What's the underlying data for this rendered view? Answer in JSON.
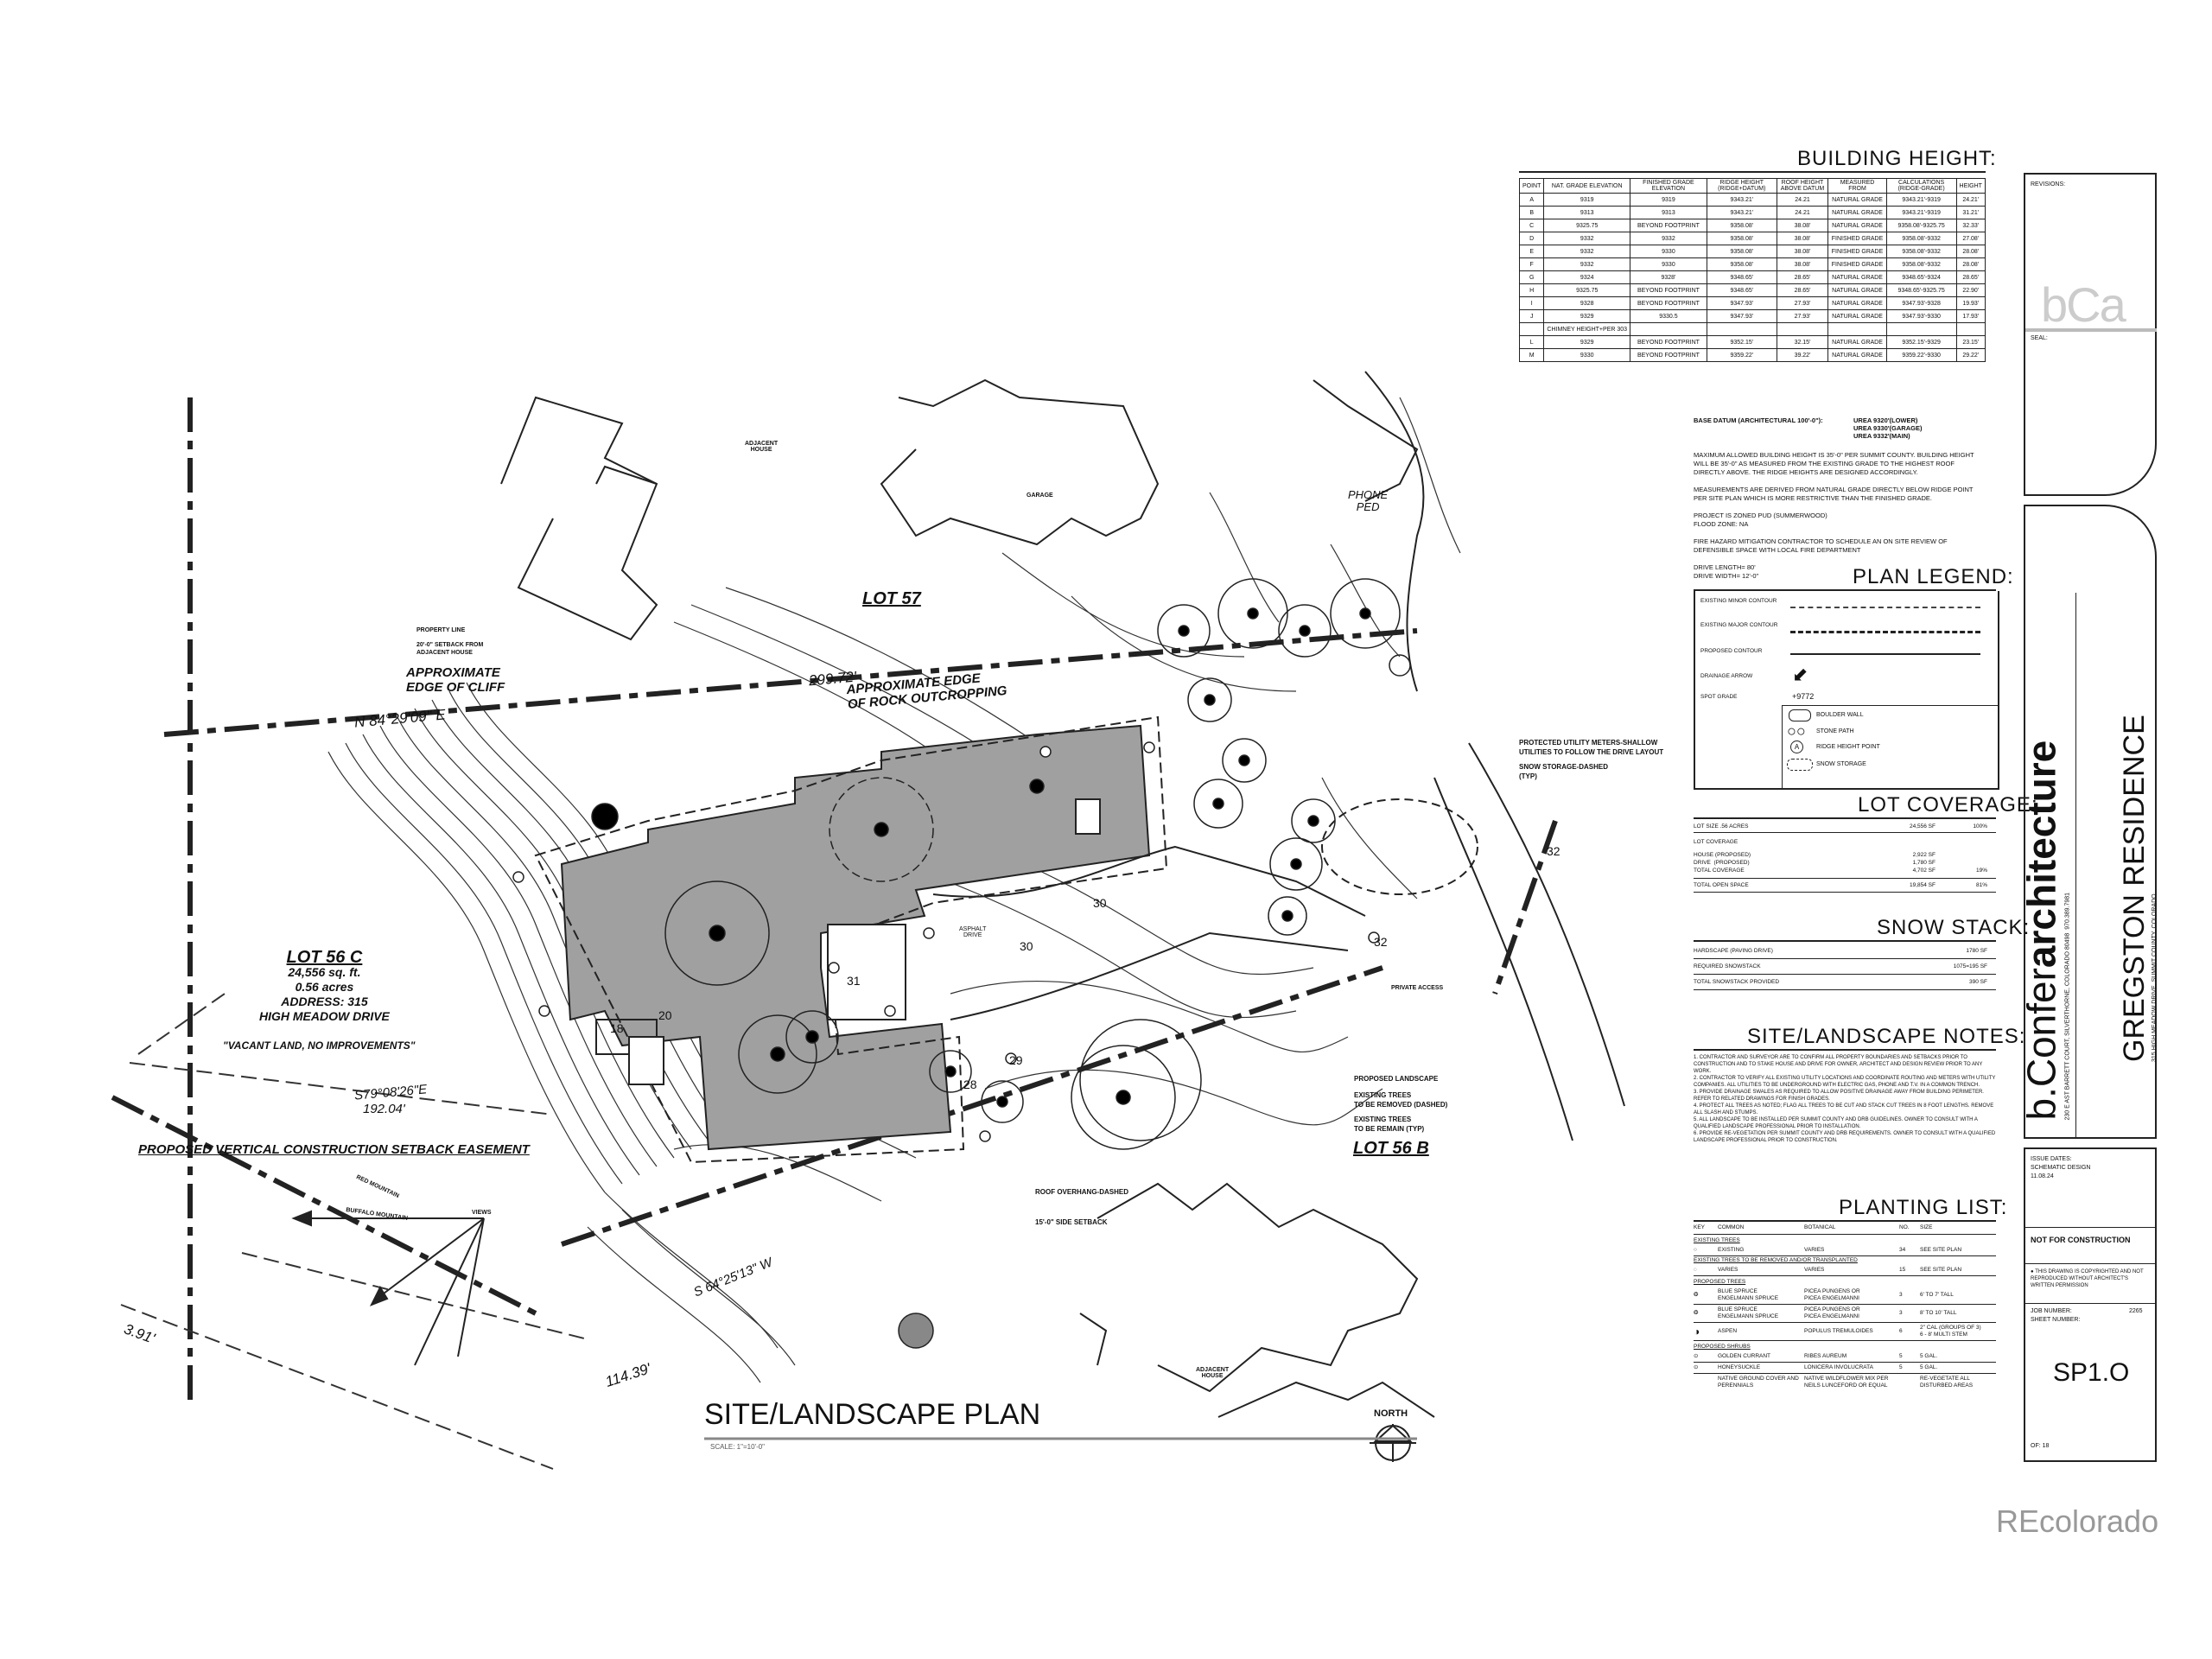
{
  "plan": {
    "title": "SITE/LANDSCAPE PLAN",
    "scale": "SCALE: 1\"=10'-0\"",
    "north": "NORTH",
    "labels": {
      "lot57": "LOT 57",
      "lot56b": "LOT 56  B",
      "lot56c_name": "LOT 56 C",
      "lot56c_area": "24,556 sq. ft.",
      "lot56c_acres": "0.56 acres",
      "lot56c_address": "ADDRESS: 315",
      "lot56c_street": "HIGH MEADOW DRIVE",
      "vacant": "\"VACANT LAND, NO IMPROVEMENTS\"",
      "setback_easement": "PROPOSED VERTICAL CONSTRUCTION SETBACK EASEMENT",
      "bearing_north": "N 84°29'09\" E",
      "dist_north": "299.72'",
      "bearing_south1": "S79°08'26\"E",
      "dist_south1": "192.04'",
      "bearing_south2": "S 64°25'13\" W",
      "dist_south2": "114.39'",
      "dist_left": "3.91'",
      "edge_cliff": "APPROXIMATE\nEDGE OF CLIFF",
      "edge_rock": "APPROXIMATE EDGE\nOF ROCK OUTCROPPING",
      "property_line": "PROPERTY LINE",
      "setback_adj": "20'-0\" SETBACK FROM\nADJACENT HOUSE",
      "adjacent_house": "ADJACENT\nHOUSE",
      "garage": "GARAGE",
      "phone_ped": "PHONE\nPED",
      "utility_note": "PROTECTED UTILITY METERS-SHALLOW\nUTILITIES TO FOLLOW THE DRIVE LAYOUT",
      "snow_storage": "SNOW STORAGE-DASHED\n(TYP)",
      "proposed_landscape": "PROPOSED LANDSCAPE",
      "trees_removed": "EXISTING TREES\nTO BE REMOVED (DASHED)",
      "trees_remain": "EXISTING TREES\nTO BE REMAIN (TYP)",
      "roof_overhang": "ROOF OVERHANG-DASHED",
      "side_setback": "15'-0\" SIDE SETBACK",
      "asphalt_drive": "ASPHALT\nDRIVE",
      "views": "VIEWS",
      "red_mountain": "RED MOUNTAIN",
      "buffalo_mountain": "BUFFALO MOUNTAIN",
      "private_access": "PRIVATE ACCESS",
      "spot_30": "30",
      "spot_31": "31",
      "spot_32": "32",
      "spot_29": "29",
      "spot_28": "28",
      "spot_18": "18",
      "spot_20": "20"
    }
  },
  "building_height": {
    "title": "BUILDING HEIGHT:",
    "headers": [
      "POINT",
      "NAT. GRADE ELEVATION",
      "FINISHED GRADE ELEVATION",
      "RIDGE HEIGHT (RIDGE+DATUM)",
      "ROOF HEIGHT ABOVE DATUM",
      "MEASURED FROM",
      "CALCULATIONS (RIDGE-GRADE)",
      "HEIGHT"
    ],
    "rows": [
      [
        "A",
        "9319",
        "9319",
        "9343.21'",
        "24.21",
        "NATURAL GRADE",
        "9343.21'-9319",
        "24.21'"
      ],
      [
        "B",
        "9313",
        "9313",
        "9343.21'",
        "24.21",
        "NATURAL GRADE",
        "9343.21'-9319",
        "31.21'"
      ],
      [
        "C",
        "9325.75",
        "BEYOND FOOTPRINT",
        "9358.08'",
        "38.08'",
        "NATURAL GRADE",
        "9358.08'-9325.75",
        "32.33'"
      ],
      [
        "D",
        "9332",
        "9332",
        "9358.08'",
        "38.08'",
        "FINISHED GRADE",
        "9358.08'-9332",
        "27.08'"
      ],
      [
        "E",
        "9332",
        "9330",
        "9358.08'",
        "38.08'",
        "FINISHED GRADE",
        "9358.08'-9332",
        "28.08'"
      ],
      [
        "F",
        "9332",
        "9330",
        "9358.08'",
        "38.08'",
        "FINISHED GRADE",
        "9358.08'-9332",
        "28.08'"
      ],
      [
        "G",
        "9324",
        "9328'",
        "9348.65'",
        "28.65'",
        "NATURAL GRADE",
        "9348.65'-9324",
        "28.65'"
      ],
      [
        "H",
        "9325.75",
        "BEYOND FOOTPRINT",
        "9348.65'",
        "28.65'",
        "NATURAL GRADE",
        "9348.65'-9325.75",
        "22.90'"
      ],
      [
        "I",
        "9328",
        "BEYOND FOOTPRINT",
        "9347.93'",
        "27.93'",
        "NATURAL GRADE",
        "9347.93'-9328",
        "19.93'"
      ],
      [
        "J",
        "9329",
        "9330.5",
        "9347.93'",
        "27.93'",
        "NATURAL GRADE",
        "9347.93'-9330",
        "17.93'"
      ],
      [
        "",
        "CHIMNEY HEIGHT+PER 303",
        "",
        "",
        "",
        "",
        "",
        ""
      ],
      [
        "L",
        "9329",
        "BEYOND FOOTPRINT",
        "9352.15'",
        "32.15'",
        "NATURAL GRADE",
        "9352.15'-9329",
        "23.15'"
      ],
      [
        "M",
        "9330",
        "BEYOND FOOTPRINT",
        "9359.22'",
        "39.22'",
        "NATURAL GRADE",
        "9359.22'-9330",
        "29.22'"
      ]
    ],
    "datum_label": "BASE DATUM (ARCHITECTURAL 100'-0\"):",
    "datum_values": "UREA 9320'(LOWER)\nUREA 9330'(GARAGE)\nUREA 9332'(MAIN)",
    "notes": [
      "MAXIMUM ALLOWED BUILDING HEIGHT IS 35'-0\" PER SUMMIT COUNTY. BUILDING HEIGHT WILL BE 35'-0\" AS MEASURED FROM THE EXISTING GRADE TO THE HIGHEST ROOF DIRECTLY ABOVE. THE RIDGE HEIGHTS ARE DESIGNED ACCORDINGLY.",
      "MEASUREMENTS ARE DERIVED FROM NATURAL GRADE DIRECTLY BELOW RIDGE POINT PER SITE PLAN WHICH IS MORE RESTRICTIVE THAN THE FINISHED GRADE.",
      "PROJECT IS ZONED PUD (SUMMERWOOD)\nFLOOD ZONE: NA",
      "FIRE HAZARD MITIGATION CONTRACTOR TO SCHEDULE AN ON SITE REVIEW OF DEFENSIBLE SPACE WITH LOCAL FIRE DEPARTMENT",
      "DRIVE LENGTH= 80'\nDRIVE WIDTH= 12'-0\""
    ]
  },
  "plan_legend": {
    "title": "PLAN LEGEND:",
    "items": [
      "EXISTING MINOR CONTOUR",
      "EXISTING MAJOR CONTOUR",
      "PROPOSED CONTOUR",
      "DRAINAGE ARROW",
      "SPOT GRADE",
      "BOULDER WALL",
      "STONE PATH",
      "RIDGE HEIGHT POINT",
      "SNOW STORAGE"
    ],
    "spot_grade_value": "+9772"
  },
  "lot_coverage": {
    "title": "LOT COVERAGE:",
    "rows": [
      [
        "LOT SIZE   .56 ACRES",
        "24,556 SF",
        "100%"
      ],
      [
        "LOT COVERAGE",
        "",
        ""
      ],
      [
        "HOUSE (PROPOSED)\nDRIVE  (PROPOSED)\nTOTAL COVERAGE",
        "2,922 SF\n1,780 SF\n4,702 SF",
        "19%"
      ],
      [
        "TOTAL OPEN SPACE",
        "19,854 SF",
        "81%"
      ]
    ]
  },
  "snow_stack": {
    "title": "SNOW STACK:",
    "rows": [
      [
        "HARDSCAPE (PAVING DRIVE)",
        "1780 SF"
      ],
      [
        "REQUIRED SNOWSTACK",
        "1075=195 SF"
      ],
      [
        "TOTAL SNOWSTACK PROVIDED",
        "390 SF"
      ]
    ]
  },
  "site_notes": {
    "title": "SITE/LANDSCAPE NOTES:",
    "text": "1. CONTRACTOR AND SURVEYOR ARE TO CONFIRM ALL PROPERTY BOUNDARIES AND SETBACKS PRIOR TO CONSTRUCTION AND TO STAKE HOUSE AND DRIVE FOR OWNER, ARCHITECT AND DESIGN REVIEW PRIOR TO ANY WORK.\n2. CONTRACTOR TO VERIFY ALL EXISTING UTILITY LOCATIONS AND COORDINATE ROUTING AND METERS WITH UTILITY COMPANIES. ALL UTILITIES TO BE UNDERGROUND WITH ELECTRIC GAS, PHONE AND T.V. IN A COMMON TRENCH.\n3. PROVIDE DRAINAGE SWALES AS REQUIRED TO ALLOW POSITIVE DRAINAGE AWAY FROM BUILDING PERIMETER. REFER TO RELATED DRAWINGS FOR FINISH GRADES.\n4. PROTECT ALL TREES AS NOTED; FLAG ALL TREES TO BE CUT AND STACK CUT TREES IN 8 FOOT LENGTHS. REMOVE ALL SLASH AND STUMPS.\n5. ALL LANDSCAPE TO BE INSTALLED PER SUMMIT COUNTY AND DRB GUIDELINES. OWNER TO CONSULT WITH A QUALIFIED LANDSCAPE PROFESSIONAL PRIOR TO INSTALLATION.\n6. PROVIDE RE-VEGETATION PER SUMMIT COUNTY AND DRB REQUIREMENTS. OWNER TO CONSULT WITH A QUALIFIED LANDSCAPE PROFESSIONAL PRIOR TO CONSTRUCTION."
  },
  "planting_list": {
    "title": "PLANTING LIST:",
    "headers": [
      "KEY",
      "COMMON",
      "BOTANICAL",
      "NO.",
      "SIZE"
    ],
    "section_existing": "EXISTING TREES",
    "section_removed": "EXISTING TREES TO BE REMOVED AND/OR TRANSPLANTED",
    "section_proposed_trees": "PROPOSED TREES",
    "section_proposed_shrubs": "PROPOSED SHRUBS",
    "rows": [
      [
        "EXISTING",
        "VARIES",
        "34",
        "SEE SITE PLAN"
      ],
      [
        "VARIES",
        "VARIES",
        "15",
        "SEE SITE PLAN"
      ],
      [
        "BLUE SPRUCE\nENGELMANN SPRUCE",
        "PICEA PUNGENS OR\nPICEA ENGELMANNI",
        "3",
        "6' TO 7' TALL"
      ],
      [
        "BLUE SPRUCE\nENGELMANN SPRUCE",
        "PICEA PUNGENS OR\nPICEA ENGELMANNI",
        "3",
        "8' TO 10' TALL"
      ],
      [
        "ASPEN",
        "POPULUS TREMULOIDES",
        "6",
        "2\" CAL (GROUPS OF 3)\n6 - 8' MULTI STEM"
      ],
      [
        "GOLDEN CURRANT",
        "RIBES AUREUM",
        "5",
        "5 GAL."
      ],
      [
        "HONEYSUCKLE",
        "LONICERA INVOLUCRATA",
        "5",
        "5 GAL."
      ],
      [
        "NATIVE GROUND COVER AND PERENNIALS",
        "NATIVE WILDFLOWER MIX PER NEILS LUNCEFORD OR EQUAL",
        "",
        "RE-VEGETATE ALL DISTURBED AREAS"
      ]
    ]
  },
  "title_block": {
    "revisions": "REVISIONS:",
    "seal": "SEAL:",
    "logo": "bCa",
    "firm_prefix": "b.Confer",
    "firm_suffix": "architecture",
    "firm_address": "230 E AST BARRETT COURT, SILVERTHORNE, COLORADO 80498",
    "firm_phone": "970.389.7981",
    "project": "GREGSTON RESIDENCE",
    "project_address": "315 HIGH MEADOW DRIVE, SUMMIT COUNTY, COLORADO",
    "issue_dates": "ISSUE DATES:",
    "issue_phase": "SCHEMATIC DESIGN",
    "issue_date": "11.08.24",
    "not_for_construction": "NOT FOR CONSTRUCTION",
    "copyright": "THIS DRAWING IS COPYRIGHTED AND NOT REPRODUCED WITHOUT ARCHITECT'S WRITTEN PERMISSION",
    "job_number_label": "JOB NUMBER:",
    "job_number": "2265",
    "sheet_number_label": "SHEET NUMBER:",
    "sheet": "SP1.O",
    "of": "OF:  18"
  },
  "watermark": "REcolorado"
}
